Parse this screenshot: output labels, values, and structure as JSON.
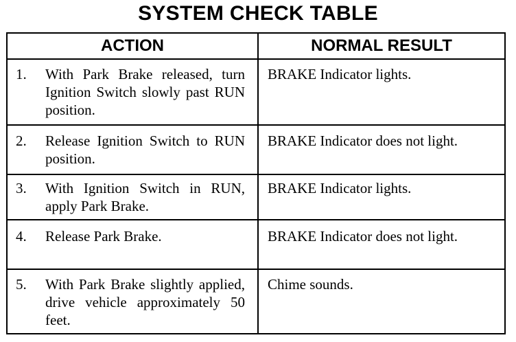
{
  "title": "SYSTEM CHECK TABLE",
  "headers": {
    "action": "ACTION",
    "result": "NORMAL RESULT"
  },
  "rows": [
    {
      "number": "1.",
      "action": "With Park Brake released, turn Ignition Switch slowly past RUN position.",
      "result": "BRAKE Indicator lights."
    },
    {
      "number": "2.",
      "action": "Release Ignition Switch to RUN position.",
      "result": "BRAKE Indicator does not light."
    },
    {
      "number": "3.",
      "action": "With Ignition Switch in RUN, apply Park Brake.",
      "result": "BRAKE Indicator lights."
    },
    {
      "number": "4.",
      "action": "Release Park Brake.",
      "result": "BRAKE Indicator does not light."
    },
    {
      "number": "5.",
      "action": "With Park Brake slightly applied, drive vehicle approximately 50 feet.",
      "result": "Chime sounds."
    }
  ]
}
